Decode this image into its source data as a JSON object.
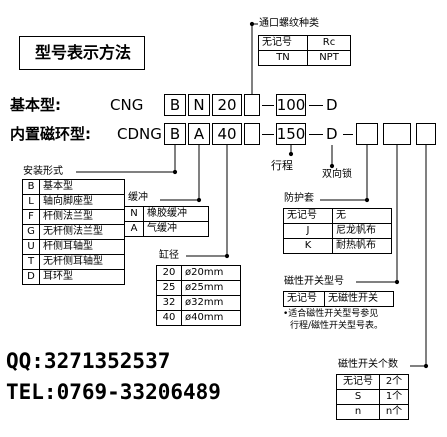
{
  "title": "型号表示方法",
  "basic_type": {
    "label": "基本型:",
    "prefix": "CNG",
    "codes": [
      "B",
      "N",
      "20",
      "100",
      "D"
    ]
  },
  "magnet_type": {
    "label": "内置磁环型:",
    "prefix": "CDNG",
    "codes": [
      "B",
      "A",
      "40",
      "150",
      "D"
    ]
  },
  "thread": {
    "title": "通口螺纹种类",
    "rows": [
      [
        "无记号",
        "Rc"
      ],
      [
        "TN",
        "NPT"
      ]
    ]
  },
  "mounting": {
    "title": "安装形式",
    "rows": [
      [
        "B",
        "基本型"
      ],
      [
        "L",
        "轴向脚座型"
      ],
      [
        "F",
        "杆侧法兰型"
      ],
      [
        "G",
        "无杆侧法兰型"
      ],
      [
        "U",
        "杆侧耳轴型"
      ],
      [
        "T",
        "无杆侧耳轴型"
      ],
      [
        "D",
        "耳环型"
      ]
    ]
  },
  "cushion": {
    "title": "缓冲",
    "rows": [
      [
        "N",
        "橡胶缓冲"
      ],
      [
        "A",
        "气缓冲"
      ]
    ]
  },
  "bore": {
    "title": "缸径",
    "rows": [
      [
        "20",
        "ø20mm"
      ],
      [
        "25",
        "ø25mm"
      ],
      [
        "32",
        "ø32mm"
      ],
      [
        "40",
        "ø40mm"
      ]
    ]
  },
  "stroke": {
    "label": "行程"
  },
  "double_lock": {
    "label": "双向锁"
  },
  "boot": {
    "title": "防护套",
    "rows": [
      [
        "无记号",
        "无"
      ],
      [
        "J",
        "尼龙帆布"
      ],
      [
        "K",
        "耐热帆布"
      ]
    ]
  },
  "switch_model": {
    "title": "磁性开关型号",
    "rows": [
      [
        "无记号",
        "无磁性开关"
      ]
    ],
    "note_line1": "•适合磁性开关型号参见",
    "note_line2": "行程/磁性开关型号表。"
  },
  "switch_count": {
    "title": "磁性开关个数",
    "rows": [
      [
        "无记号",
        "2个"
      ],
      [
        "S",
        "1个"
      ],
      [
        "n",
        "n个"
      ]
    ]
  },
  "contact": {
    "qq": "QQ:3271352537",
    "tel": "TEL:0769-33206489"
  }
}
